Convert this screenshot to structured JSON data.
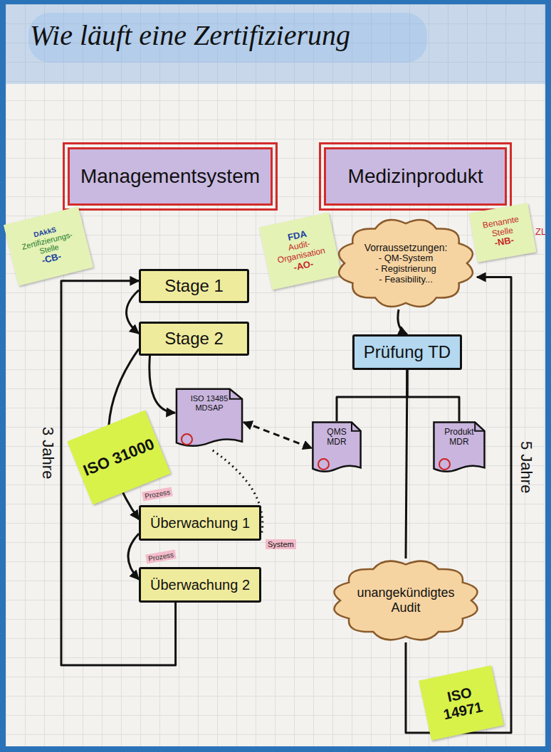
{
  "diagram": {
    "title": "Wie läuft eine Zertifizierung",
    "nodes": [
      {
        "text": [
          "Managementsystem"
        ]
      },
      {
        "text": [
          "Medizinprodukt"
        ]
      },
      {
        "text": [
          "DAkkS",
          "Zertifizierungs-Stelle",
          "-CB-"
        ]
      },
      {
        "text": [
          "FDA",
          "Audit-Organisation",
          "-AO-"
        ]
      },
      {
        "text": [
          "Benannte Stelle",
          "-NB-"
        ]
      },
      {
        "text": [
          "Stage 1"
        ]
      },
      {
        "text": [
          "Stage 2"
        ]
      },
      {
        "text": [
          "ISO 13485 MDSAP"
        ]
      },
      {
        "text": [
          "Vorraussetzungen:",
          "- QM-System",
          "- Registrierung",
          "- Feasibility..."
        ]
      },
      {
        "text": [
          "Prüfung TD"
        ]
      },
      {
        "text": [
          "ISO 31000"
        ]
      },
      {
        "text": [
          "QMS MDR"
        ]
      },
      {
        "text": [
          "Produkt MDR"
        ]
      },
      {
        "text": [
          "Überwachung 1"
        ]
      },
      {
        "text": [
          "Überwachung 2"
        ]
      },
      {
        "text": [
          "unangekündigtes Audit"
        ]
      },
      {
        "text": [
          "ISO 14971"
        ]
      }
    ],
    "edges": [
      {
        "from": 5,
        "to": 6,
        "arrow": "to"
      },
      {
        "from": 6,
        "to": 7,
        "arrow": "to"
      },
      {
        "from": 6,
        "to": 13,
        "arrow": "to"
      },
      {
        "from": 13,
        "to": 14,
        "arrow": "to"
      },
      {
        "from": 14,
        "to": 5,
        "label": "3 Jahre",
        "arrow": "to"
      },
      {
        "from": 7,
        "to": 11,
        "arrow": "both"
      },
      {
        "from": 7,
        "to": 13,
        "label": "System",
        "arrow": "none"
      },
      {
        "from": 8,
        "to": 9,
        "arrow": "to"
      },
      {
        "from": 9,
        "to": 11,
        "arrow": "none"
      },
      {
        "from": 9,
        "to": 12,
        "arrow": "none"
      },
      {
        "from": 9,
        "to": 15,
        "arrow": "none"
      },
      {
        "from": 15,
        "to": 8,
        "label": "5 Jahre",
        "arrow": "to"
      }
    ],
    "labels": [
      "ZL",
      "Prozess",
      "Prozess"
    ]
  }
}
